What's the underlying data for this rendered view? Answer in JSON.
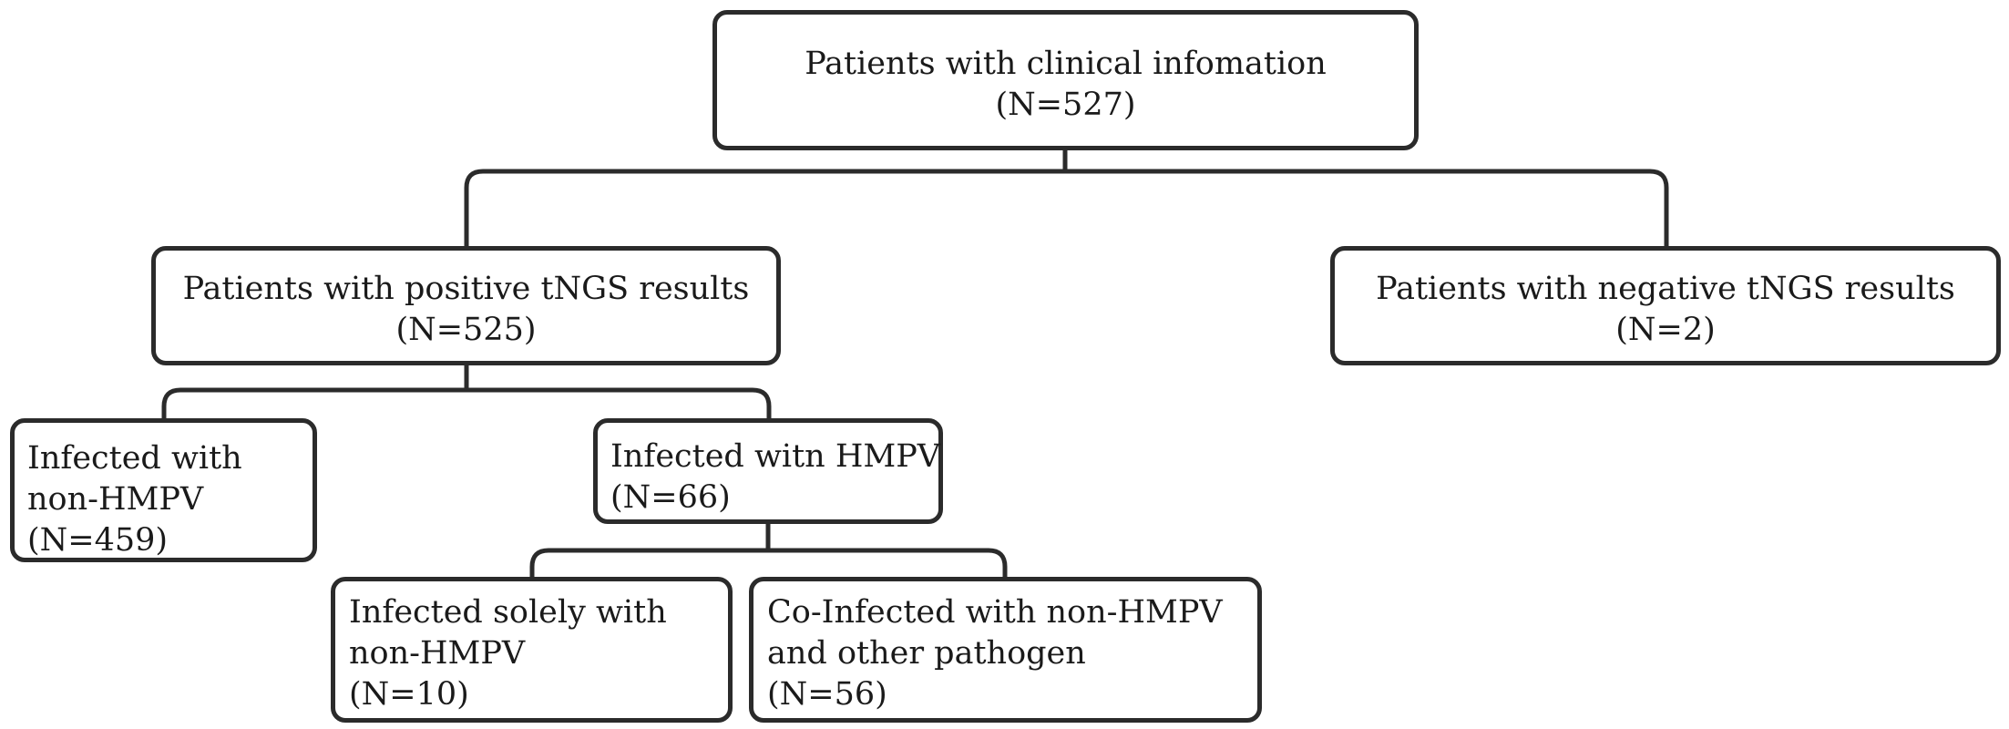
{
  "diagram": {
    "line_color": "#2b2b2b",
    "nodes": {
      "root": {
        "title": "Patients with clinical infomation",
        "count": "(N=527)"
      },
      "positive": {
        "title": "Patients with positive tNGS results",
        "count": "(N=525)"
      },
      "negative": {
        "title": "Patients with negative tNGS results",
        "count": "(N=2)"
      },
      "non_hmpv": {
        "line1": "Infected with",
        "line2": "non-HMPV",
        "count": "(N=459)"
      },
      "hmpv": {
        "title": "Infected witn HMPV",
        "count": "(N=66)"
      },
      "solely": {
        "line1": "Infected solely with",
        "line2": "non-HMPV",
        "count": "(N=10)"
      },
      "coinfected": {
        "line1": "Co-Infected with non-HMPV",
        "line2": "and other pathogen",
        "count": "(N=56)"
      }
    },
    "edges": [
      {
        "from": "root",
        "to": "positive"
      },
      {
        "from": "root",
        "to": "negative"
      },
      {
        "from": "positive",
        "to": "non_hmpv"
      },
      {
        "from": "positive",
        "to": "hmpv"
      },
      {
        "from": "hmpv",
        "to": "solely"
      },
      {
        "from": "hmpv",
        "to": "coinfected"
      }
    ]
  }
}
